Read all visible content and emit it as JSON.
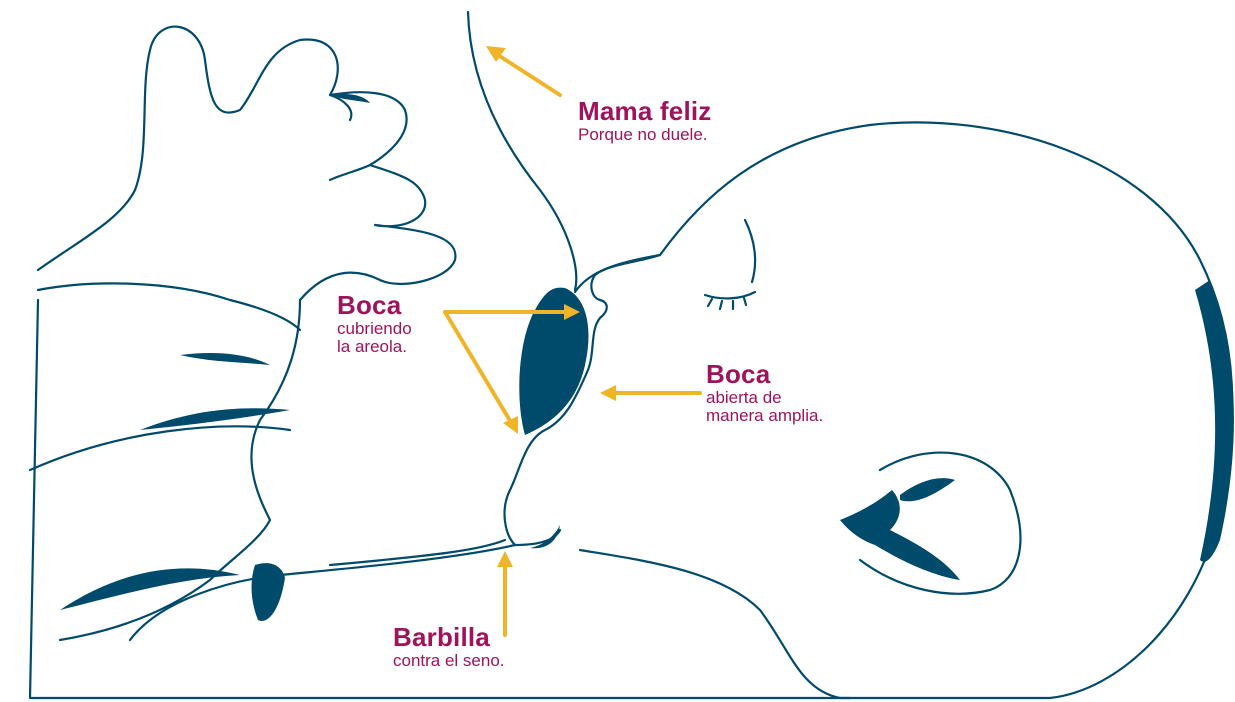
{
  "colors": {
    "line": "#004a6b",
    "fill": "#004a6b",
    "label": "#a0135b",
    "arrow": "#f0b429"
  },
  "labels": {
    "mama_feliz": {
      "title": "Mama feliz",
      "sub": "Porque no duele."
    },
    "boca_areola": {
      "title": "Boca",
      "sub": "cubriendo\nla areola."
    },
    "boca_abierta": {
      "title": "Boca",
      "sub": "abierta de\nmanera amplia."
    },
    "barbilla": {
      "title": "Barbilla",
      "sub": "contra el seno."
    }
  }
}
